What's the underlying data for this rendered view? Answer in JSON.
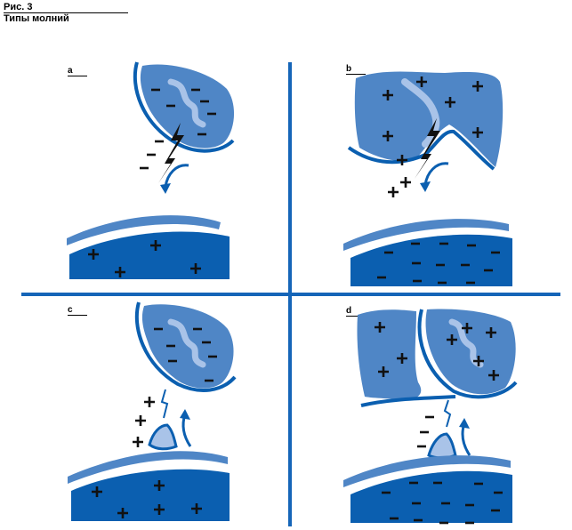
{
  "figure": {
    "label": "Рис. 3",
    "title": "Типы молний"
  },
  "panels": [
    {
      "id": "a",
      "label": "a"
    },
    {
      "id": "b",
      "label": "b"
    },
    {
      "id": "c",
      "label": "c"
    },
    {
      "id": "d",
      "label": "d"
    }
  ],
  "colors": {
    "cloud": "#4f86c6",
    "cloud_light": "#a9c3e8",
    "dark_blue": "#0b5fb0",
    "ground": "#0b5fb0",
    "divider": "#1565b8",
    "charge": "#111111"
  },
  "icons": {
    "plus": "+",
    "minus": "-"
  }
}
